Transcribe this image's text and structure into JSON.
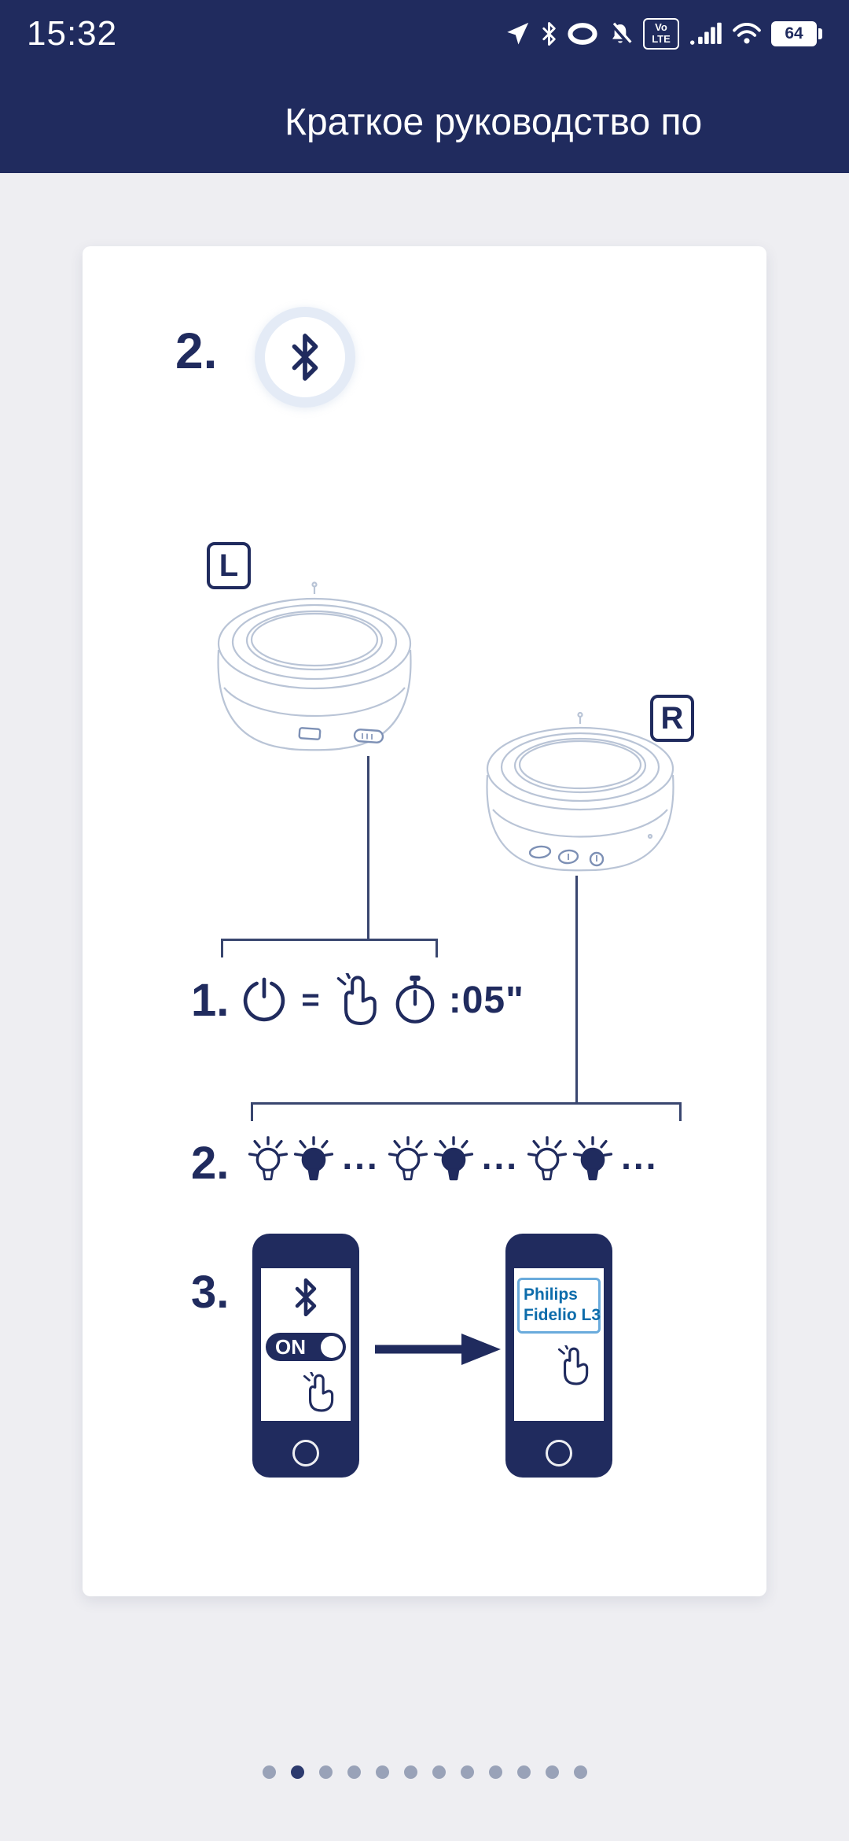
{
  "status_bar": {
    "time": "15:32",
    "volte": {
      "top": "Vo",
      "bottom": "LTE"
    },
    "battery_percent": "64"
  },
  "header": {
    "title": "Краткое руководство по"
  },
  "card": {
    "section_number": "2.",
    "left_label": "L",
    "right_label": "R",
    "step1": {
      "number": "1.",
      "equals": "=",
      "duration": ":05\""
    },
    "step2": {
      "number": "2.",
      "ellipsis": "..."
    },
    "step3": {
      "number": "3.",
      "toggle_label": "ON",
      "device_line1": "Philips",
      "device_line2": "Fidelio L3"
    }
  },
  "pager": {
    "count": 12,
    "active_index": 1
  },
  "colors": {
    "navy": "#202b5e",
    "philips_blue": "#0d6cab",
    "outline_light": "#b9c4d6"
  }
}
